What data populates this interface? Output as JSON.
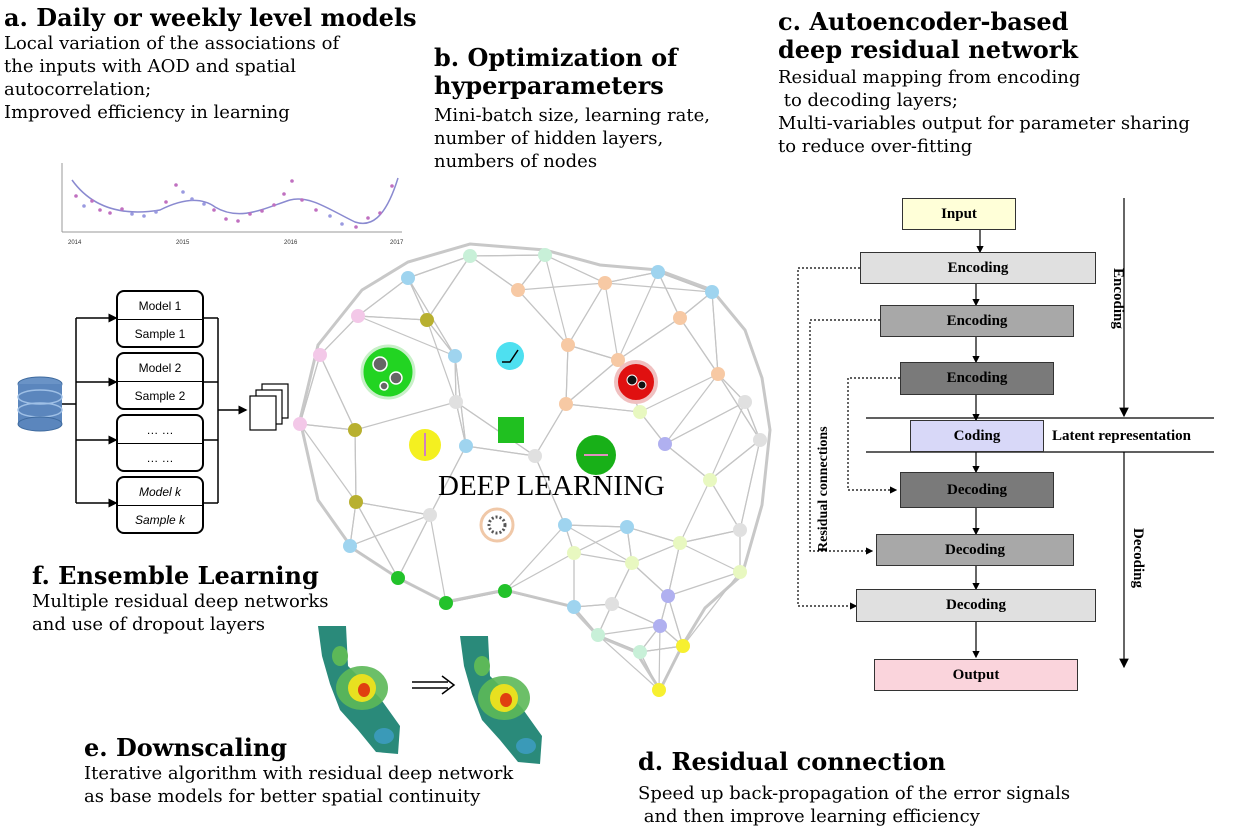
{
  "panel_a": {
    "title": "a. Daily or weekly level models",
    "lines": [
      "Local variation of the associations of",
      "the inputs with AOD and spatial",
      "autocorrelation;",
      "Improved efficiency in learning"
    ],
    "mini_chart_x_ticks": [
      "2014",
      "2015",
      "2016",
      "2017"
    ]
  },
  "panel_b": {
    "title_line1": "b. Optimization of",
    "title_line2": "hyperparameters",
    "lines": [
      "Mini-batch size, learning rate,",
      "number of hidden layers,",
      "numbers of nodes"
    ]
  },
  "panel_c": {
    "title_line1": "c. Autoencoder-based",
    "title_line2": "deep residual network",
    "lines": [
      "Residual mapping from encoding",
      " to decoding layers;",
      "Multi-variables output for parameter sharing",
      "to reduce over-fitting"
    ],
    "layers": {
      "input": "Input",
      "enc1": "Encoding",
      "enc2": "Encoding",
      "enc3": "Encoding",
      "coding": "Coding",
      "dec1": "Decoding",
      "dec2": "Decoding",
      "dec3": "Decoding",
      "output": "Output"
    },
    "latent_label": "Latent representation",
    "encoding_axis": "Encoding",
    "decoding_axis": "Decoding",
    "residual_label": "Residual connections"
  },
  "panel_d": {
    "title": "d. Residual connection",
    "lines": [
      "Speed up back-propagation of the error signals",
      " and then improve learning efficiency"
    ]
  },
  "panel_e": {
    "title": "e. Downscaling",
    "lines": [
      "Iterative algorithm with residual deep network",
      "as base models for better spatial continuity"
    ]
  },
  "panel_f": {
    "title": "f. Ensemble Learning",
    "lines": [
      "Multiple residual deep networks",
      "and use of dropout layers"
    ],
    "models": [
      {
        "top": "Model 1",
        "bottom": "Sample 1"
      },
      {
        "top": "Model 2",
        "bottom": "Sample 2"
      },
      {
        "top": "… …",
        "bottom": "… …"
      },
      {
        "top": "Model k",
        "bottom": "Sample k"
      }
    ]
  },
  "center_title": "DEEP LEARNING",
  "colors": {
    "input_fill": "#ffffd8",
    "light_gray": "#e0e0e0",
    "mid_gray": "#a8a8a8",
    "dark_gray": "#7a7a7a",
    "coding_fill": "#d8d8f8",
    "output_fill": "#fad4dc"
  }
}
